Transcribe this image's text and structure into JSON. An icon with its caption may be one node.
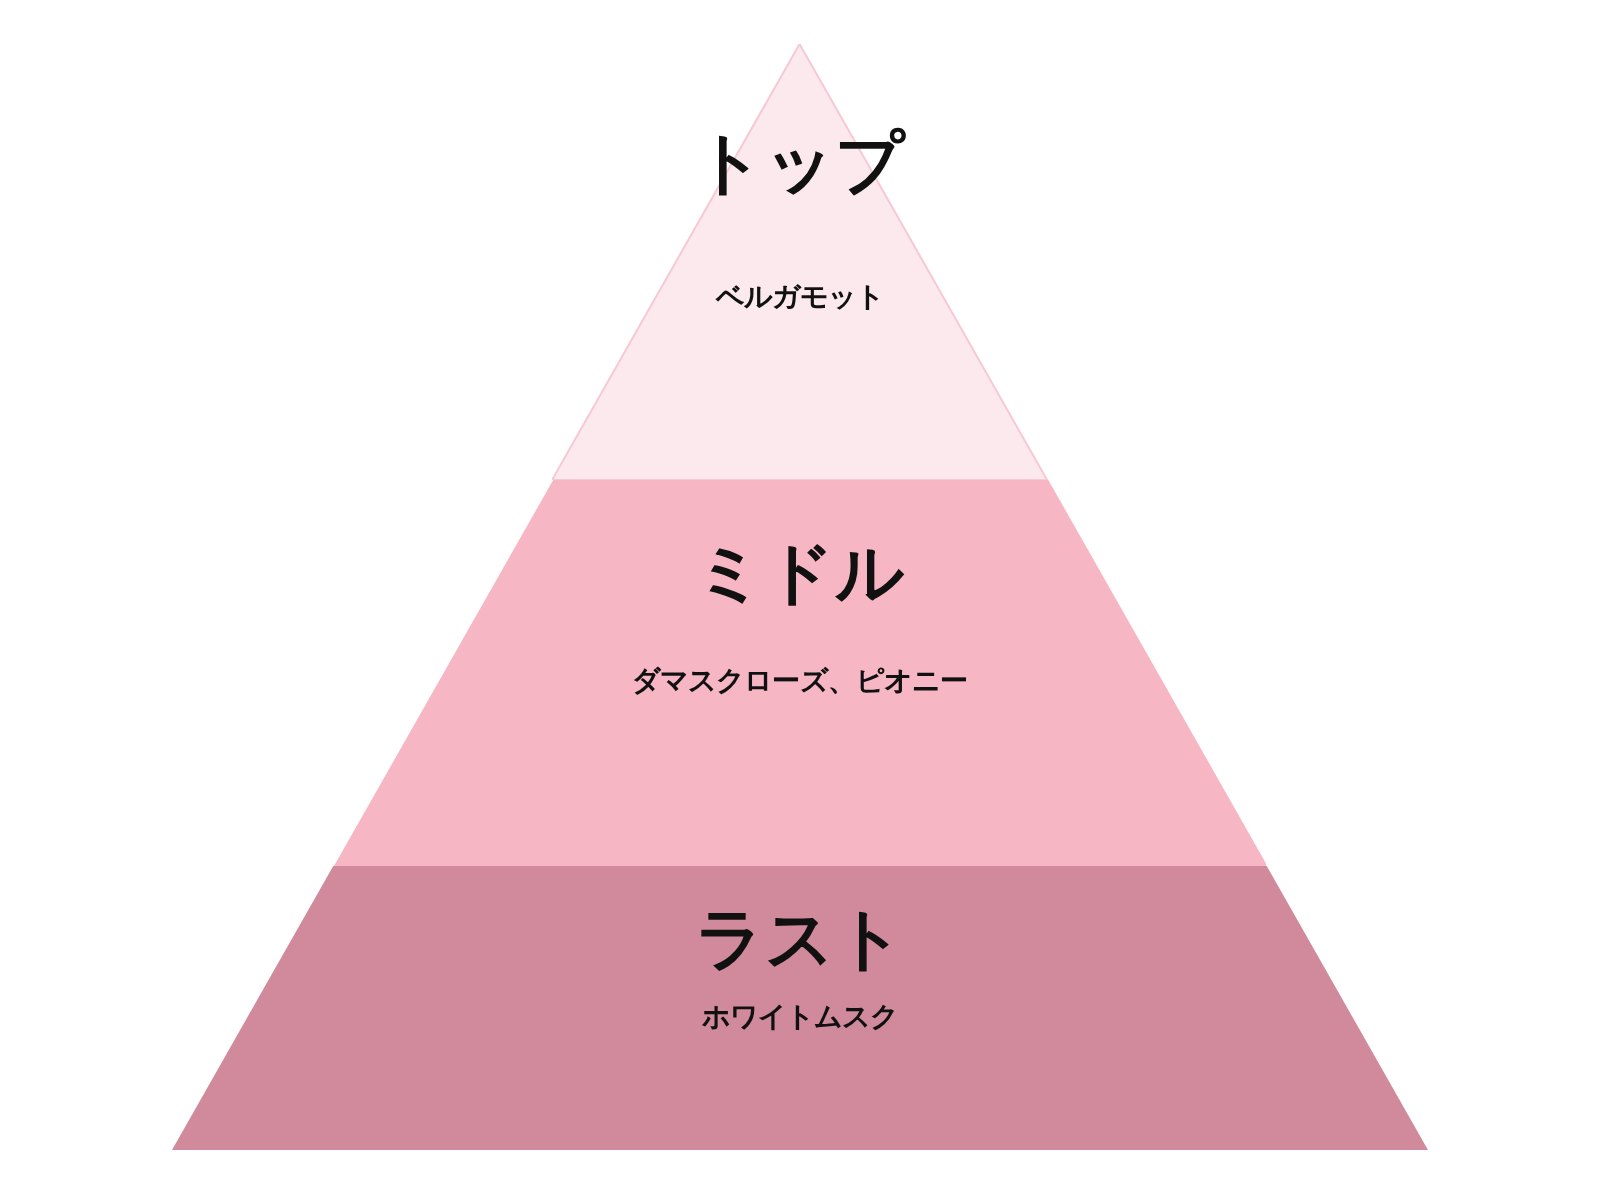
{
  "diagram": {
    "nodes": [
      {
        "text": [
          "トップ",
          "ベルガモット"
        ]
      },
      {
        "text": [
          "ミドル",
          "ダマスクローズ、ピオニー"
        ]
      },
      {
        "text": [
          "ラスト",
          "ホワイトムスク"
        ]
      }
    ]
  }
}
